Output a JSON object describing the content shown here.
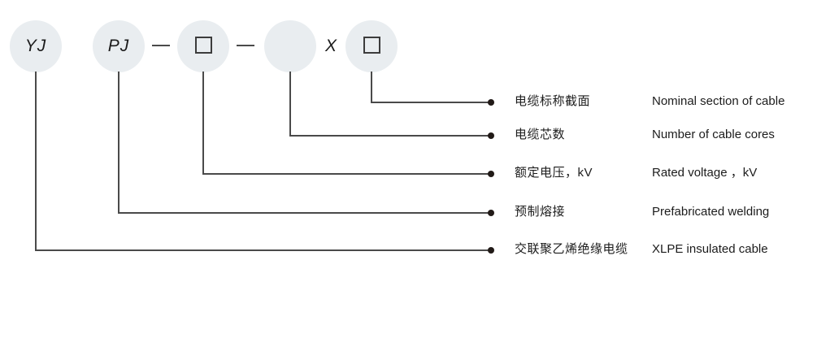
{
  "diagram": {
    "title_semantic": "cable model designation diagram",
    "code": [
      {
        "label": "YJ"
      },
      {
        "label": "PJ"
      },
      {
        "label": "X"
      }
    ],
    "rows": [
      {
        "zh": "电缆标称截面",
        "en": "Nominal section of cable"
      },
      {
        "zh": "电缆芯数",
        "en": "Number of cable cores"
      },
      {
        "zh": "额定电压，kV",
        "en": "Rated voltage ，kV"
      },
      {
        "zh": "预制熔接",
        "en": "Prefabricated welding"
      },
      {
        "zh": "交联聚乙烯绝缘电缆",
        "en": "XLPE insulated cable"
      }
    ],
    "colors": {
      "circle_fill": "#e9edf0",
      "line": "#4a4a4a",
      "dot": "#211a17",
      "text": "#1c1c1c"
    }
  }
}
